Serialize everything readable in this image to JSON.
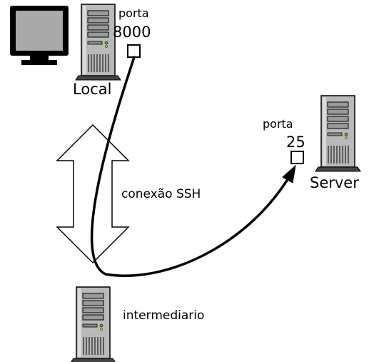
{
  "nodes": {
    "local": {
      "label": "Local",
      "port_caption": "porta",
      "port_number": "8000"
    },
    "server": {
      "label": "Server",
      "port_caption": "porta",
      "port_number": "25"
    },
    "intermediate": {
      "label": "intermediario"
    }
  },
  "connection": {
    "label": "conexão SSH"
  },
  "colors": {
    "case_fill": "#b4b4b4",
    "case_dark": "#8a8a8a",
    "led_green": "#39b54a",
    "screen": "#a9a9a9",
    "outline": "#000000"
  },
  "icons": [
    "monitor-icon",
    "tower-server-icon"
  ]
}
